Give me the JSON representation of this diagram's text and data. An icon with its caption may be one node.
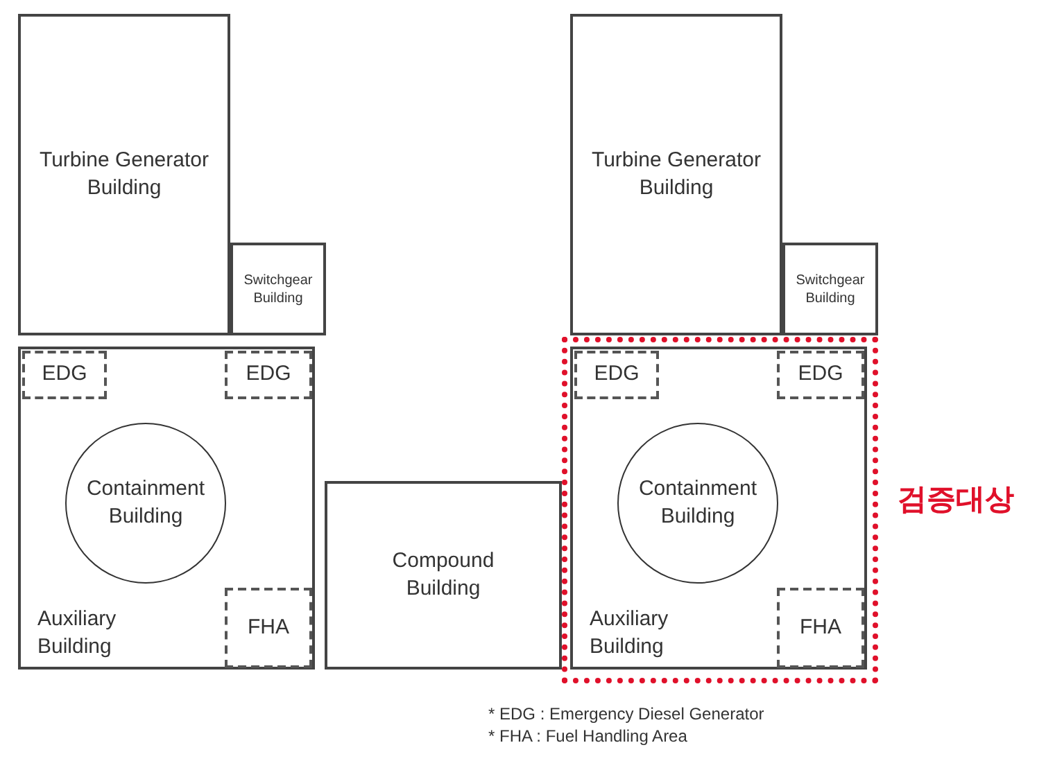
{
  "diagram": {
    "nodes": [
      {
        "text": [
          "Turbine Generator Building"
        ]
      },
      {
        "text": [
          "Switchgear Building"
        ]
      },
      {
        "text": [
          "Auxiliary Building"
        ]
      },
      {
        "text": [
          "EDG"
        ],
        "in": 2
      },
      {
        "text": [
          "EDG"
        ],
        "in": 2
      },
      {
        "text": [
          "Containment Building"
        ],
        "in": 2
      },
      {
        "text": [
          "FHA"
        ],
        "in": 2
      },
      {
        "text": [
          "Compound Building"
        ]
      },
      {
        "text": [
          "Turbine Generator Building"
        ]
      },
      {
        "text": [
          "Switchgear Building"
        ]
      },
      {
        "text": [],
        "shape": "box",
        "beside": [
          "검증대상"
        ]
      },
      {
        "text": [
          "Auxiliary Building"
        ],
        "in": 10
      },
      {
        "text": [
          "EDG"
        ],
        "in": 11
      },
      {
        "text": [
          "EDG"
        ],
        "in": 11
      },
      {
        "text": [
          "Containment Building"
        ],
        "in": 11
      },
      {
        "text": [
          "FHA"
        ],
        "in": 11
      }
    ],
    "edges": [],
    "labels": [
      "* EDG : Emergency Diesel Generator",
      "* FHA : Fuel Handling Area"
    ]
  }
}
